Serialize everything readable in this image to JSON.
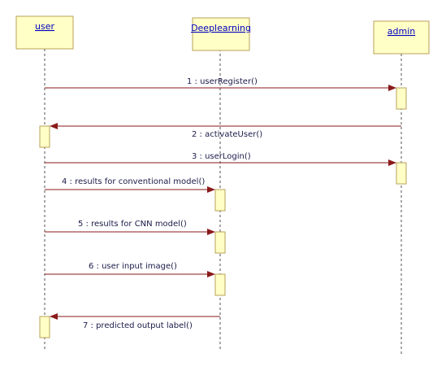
{
  "lifelines": [
    {
      "id": "user",
      "name": "user"
    },
    {
      "id": "deep",
      "name": "Deeplearning"
    },
    {
      "id": "admin",
      "name": "admin"
    }
  ],
  "messages": [
    {
      "label": "1 : userRegister()",
      "from": "user",
      "to": "admin"
    },
    {
      "label": "2 : activateUser()",
      "from": "admin",
      "to": "user"
    },
    {
      "label": "3 : userLogin()",
      "from": "user",
      "to": "admin"
    },
    {
      "label": "4 : results for conventional model()",
      "from": "user",
      "to": "deep"
    },
    {
      "label": "5 : results for CNN model()",
      "from": "user",
      "to": "deep"
    },
    {
      "label": "6 : user input image()",
      "from": "user",
      "to": "deep"
    },
    {
      "label": "7 : predicted output label()",
      "from": "deep",
      "to": "user"
    }
  ],
  "colors": {
    "box_fill": "#ffffc6",
    "box_border": "#b8a15a",
    "message_line": "#8a1a1a",
    "lifeline_name": "#0000c0"
  }
}
